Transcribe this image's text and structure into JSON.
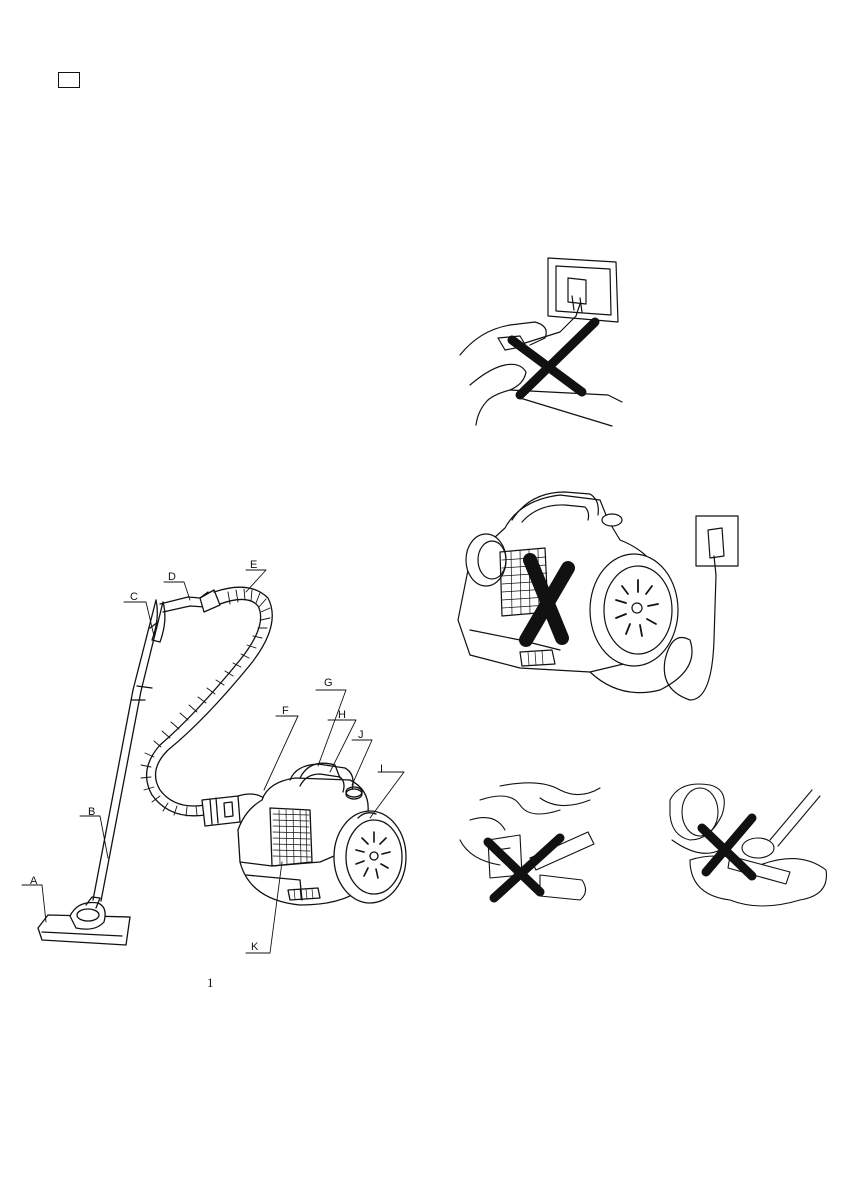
{
  "labels": {
    "A": "A",
    "B": "B",
    "C": "C",
    "D": "D",
    "E": "E",
    "F": "F",
    "G": "G",
    "H": "H",
    "I": "I",
    "J": "J",
    "K": "K"
  },
  "page_number": "1",
  "figures": {
    "vacuum_overview": "vacuum-cleaner-parts-diagram",
    "warning_unplug_by_cord": "do-not-pull-plug-by-cord",
    "warning_unattended": "do-not-leave-plugged-in-unattended",
    "warning_hot_ash": "do-not-vacuum-burning-items",
    "warning_liquids": "do-not-vacuum-liquids"
  }
}
